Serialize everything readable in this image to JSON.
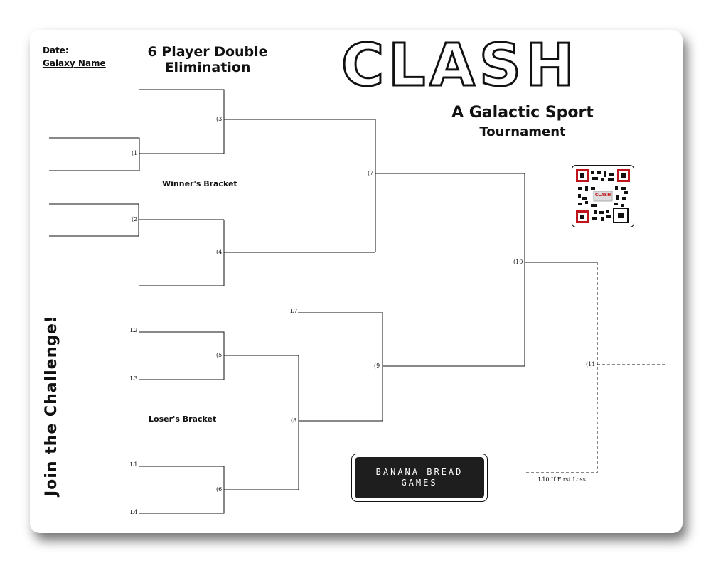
{
  "header": {
    "date_label": "Date:",
    "galaxy_label": "Galaxy Name",
    "title_line1": "6 Player Double",
    "title_line2": "Elimination"
  },
  "brand": {
    "logo_text": "CLASH",
    "subtitle_line1": "A Galactic Sport",
    "subtitle_line2": "Tournament",
    "qr_center_text": "CLASH",
    "studio_line1": "BANANA BREAD",
    "studio_line2": "GAMES"
  },
  "brackets": {
    "winners_label": "Winner's Bracket",
    "losers_label": "Loser's Bracket"
  },
  "matches": {
    "m1": "(1",
    "m2": "(2",
    "m3": "(3",
    "m4": "(4",
    "m5": "(5",
    "m6": "(6",
    "m7": "(7",
    "m8": "(8",
    "m9": "(9",
    "m10": "(10",
    "m11": "(11"
  },
  "seeds": {
    "l2": "L2",
    "l3": "L3",
    "l1": "L1",
    "l4": "L4",
    "l7": "L7",
    "l10_note": "L10 If First Loss"
  },
  "side_text": "Join the Challenge!",
  "colors": {
    "line": "#111111",
    "logo_bg": "#1e1e1e",
    "qr_red": "#c0141c"
  }
}
